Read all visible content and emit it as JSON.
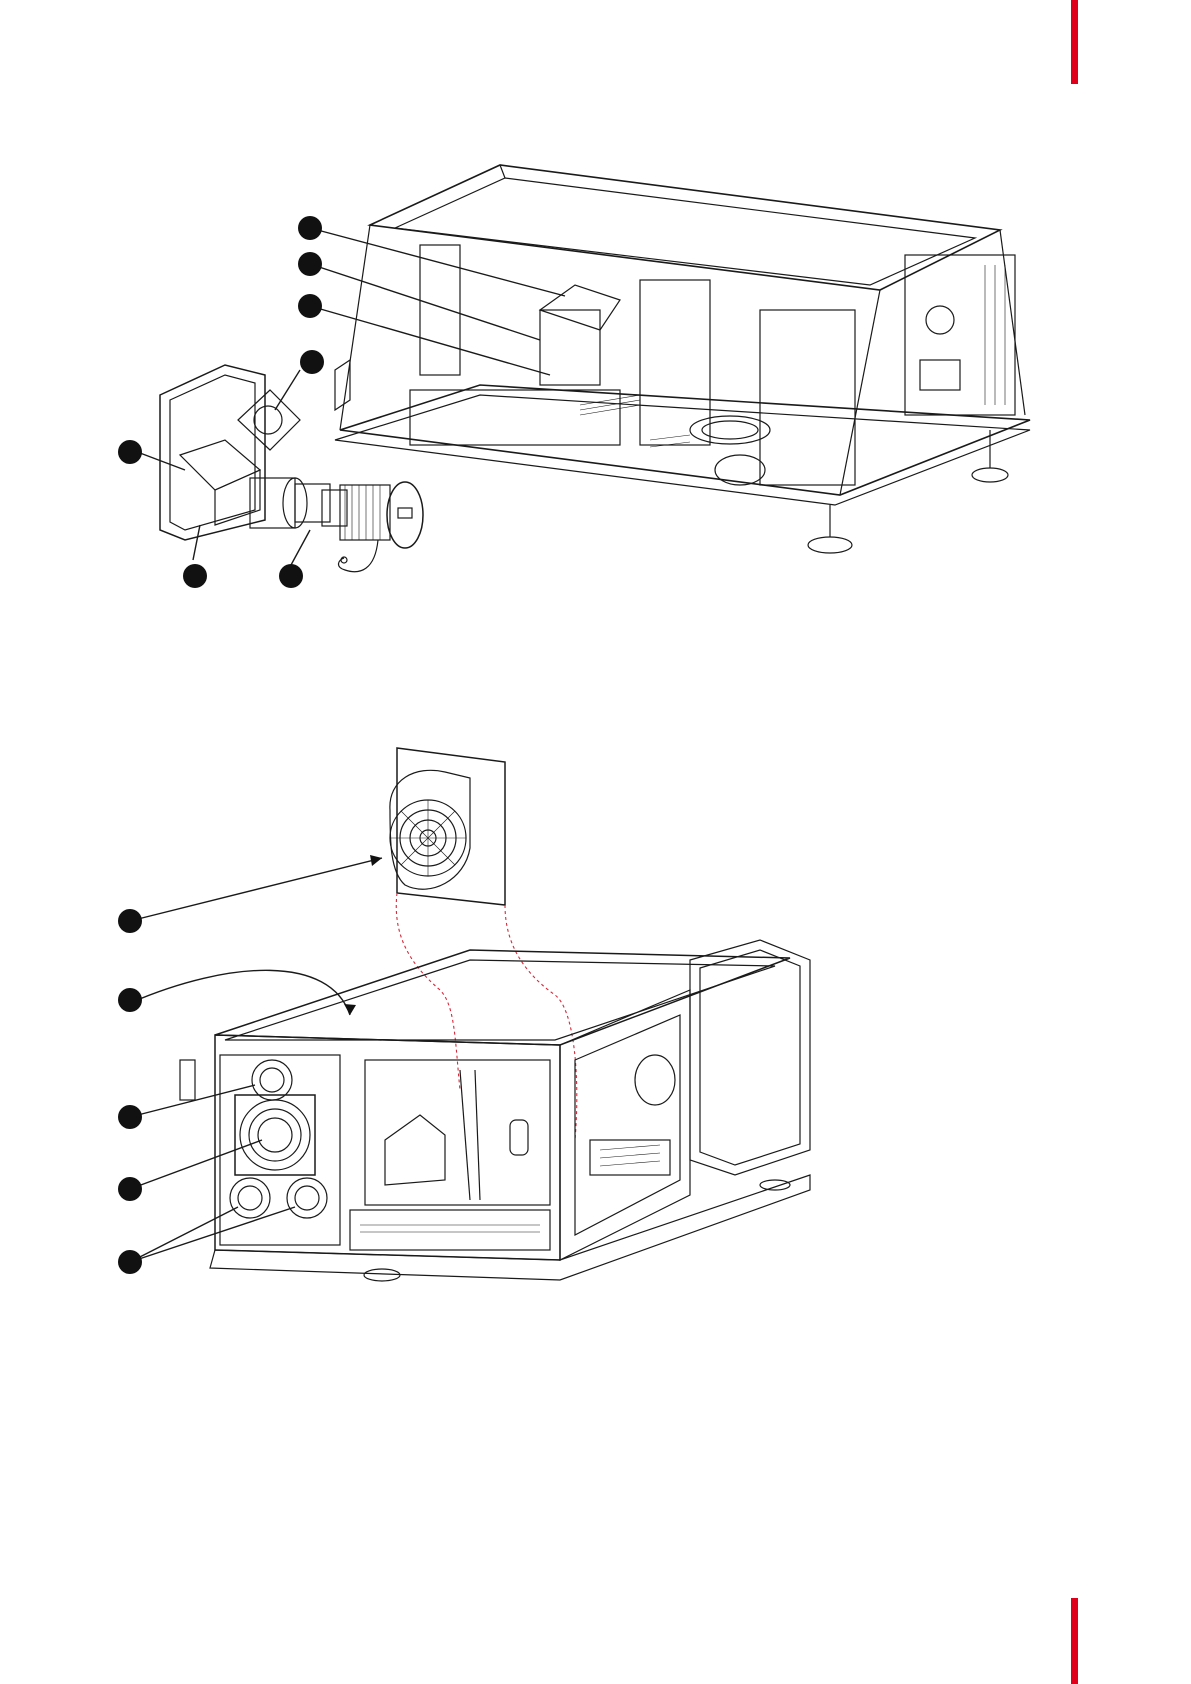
{
  "document": {
    "accent_color": "#e0001b",
    "figures": [
      {
        "name": "figure-top-exploded-view",
        "callout_count": 7
      },
      {
        "name": "figure-bottom-fan-view",
        "callout_count": 5
      }
    ]
  }
}
